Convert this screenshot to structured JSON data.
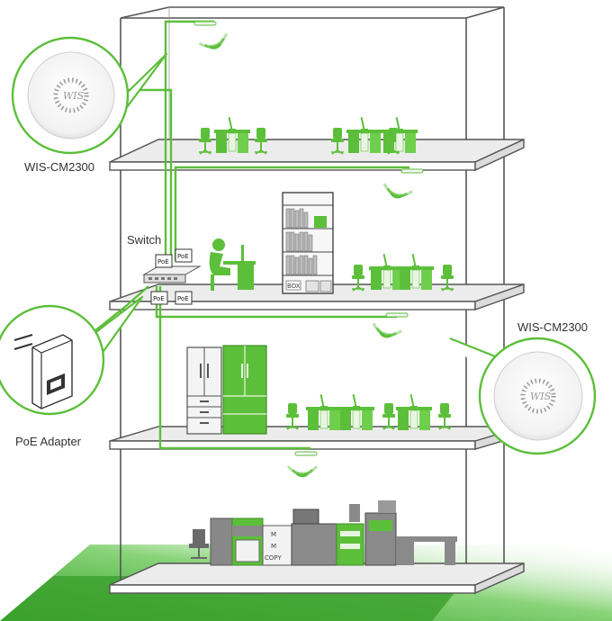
{
  "labels": {
    "ap_top": "WIS-CM2300",
    "ap_right": "WIS-CM2300",
    "switch": "Switch",
    "adapter": "PoE Adapter"
  },
  "poe_tags": [
    "PoE",
    "PoE",
    "PoE",
    "PoE"
  ],
  "furniture_text": {
    "box": "BOX",
    "m1": "M",
    "m2": "M",
    "copy": "COPY"
  },
  "ap_logo": "WIS",
  "colors": {
    "accent_green": "#5cbf3a",
    "building_line": "#555555",
    "floor_fill": "#e6e6e6",
    "ground_green": "#3fa62e",
    "furniture_gray": "#8a8a8a"
  }
}
